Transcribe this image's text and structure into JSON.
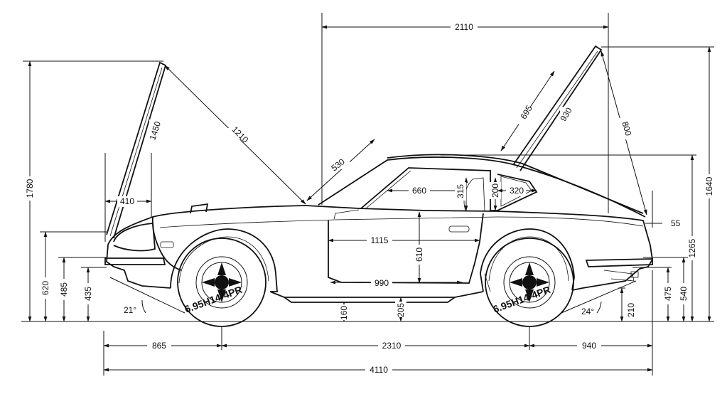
{
  "dimensions": {
    "overall_length": "4110",
    "front_overhang": "865",
    "wheelbase": "2310",
    "rear_overhang": "940",
    "roof_length": "2110",
    "height_hood_open": "1780",
    "height_hatch_open": "1640",
    "height_roof": "1265",
    "bumper_front_top": "620",
    "bumper_front_mid": "485",
    "bumper_front_bottom": "435",
    "rear_bumper_top": "540",
    "rear_bumper_bottom": "475",
    "ground_clearance_front": "160",
    "ground_clearance_center": "205",
    "rear_clearance": "210",
    "hood_length": "1450",
    "hood_diag": "1210",
    "hood_front": "410",
    "windshield": "530",
    "hatch_opening": "695",
    "hatch_glass": "930",
    "hatch_diag": "800",
    "cabin_length": "660",
    "seat_height": "315",
    "rear_seat_height": "200",
    "rear_space": "320",
    "door_width_top": "1115",
    "door_height": "610",
    "door_width_bottom": "990",
    "tail_offset": "55",
    "approach_angle": "21°",
    "departure_angle": "24°"
  },
  "tire_label_front": "6.95H14-4PR",
  "tire_label_rear": "6.95H14-4PR"
}
